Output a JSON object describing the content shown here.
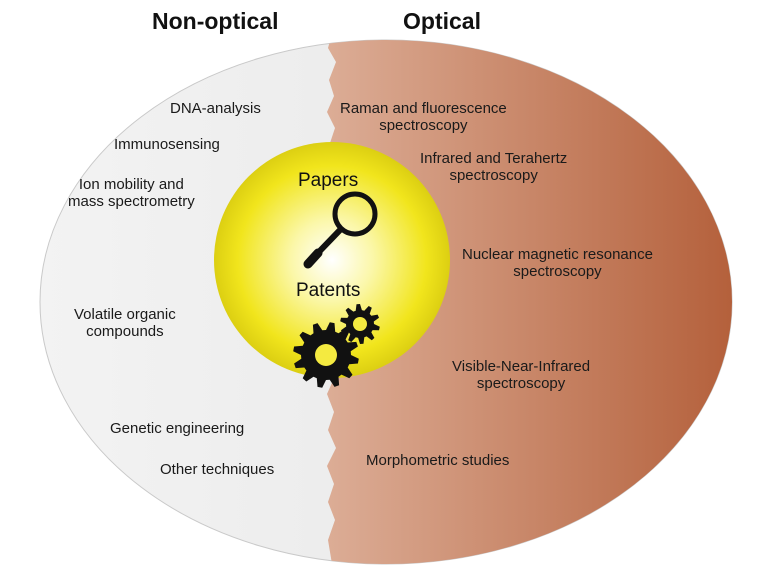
{
  "headers": {
    "left": "Non-optical",
    "right": "Optical"
  },
  "center": {
    "top_label": "Papers",
    "bottom_label": "Patents"
  },
  "non_optical": [
    {
      "text": "DNA-analysis"
    },
    {
      "text": "Immunosensing"
    },
    {
      "text": "Ion mobility and\nmass spectrometry"
    },
    {
      "text": "Volatile organic\ncompounds"
    },
    {
      "text": "Genetic engineering"
    },
    {
      "text": "Other techniques"
    }
  ],
  "optical": [
    {
      "text": "Raman and fluorescence\nspectroscopy"
    },
    {
      "text": "Infrared and Terahertz\nspectroscopy"
    },
    {
      "text": "Nuclear magnetic resonance\nspectroscopy"
    },
    {
      "text": "Visible-Near-Infrared\nspectroscopy"
    },
    {
      "text": "Morphometric studies"
    }
  ],
  "colors": {
    "non_optical_fill": "#ededed",
    "optical_fill_light": "#d9a389",
    "optical_fill_dark": "#b5603c",
    "center_fill": "#f0e62a",
    "icon_color": "#111111"
  },
  "icons": {
    "papers": "magnifier-icon",
    "patents": "gears-icon"
  }
}
